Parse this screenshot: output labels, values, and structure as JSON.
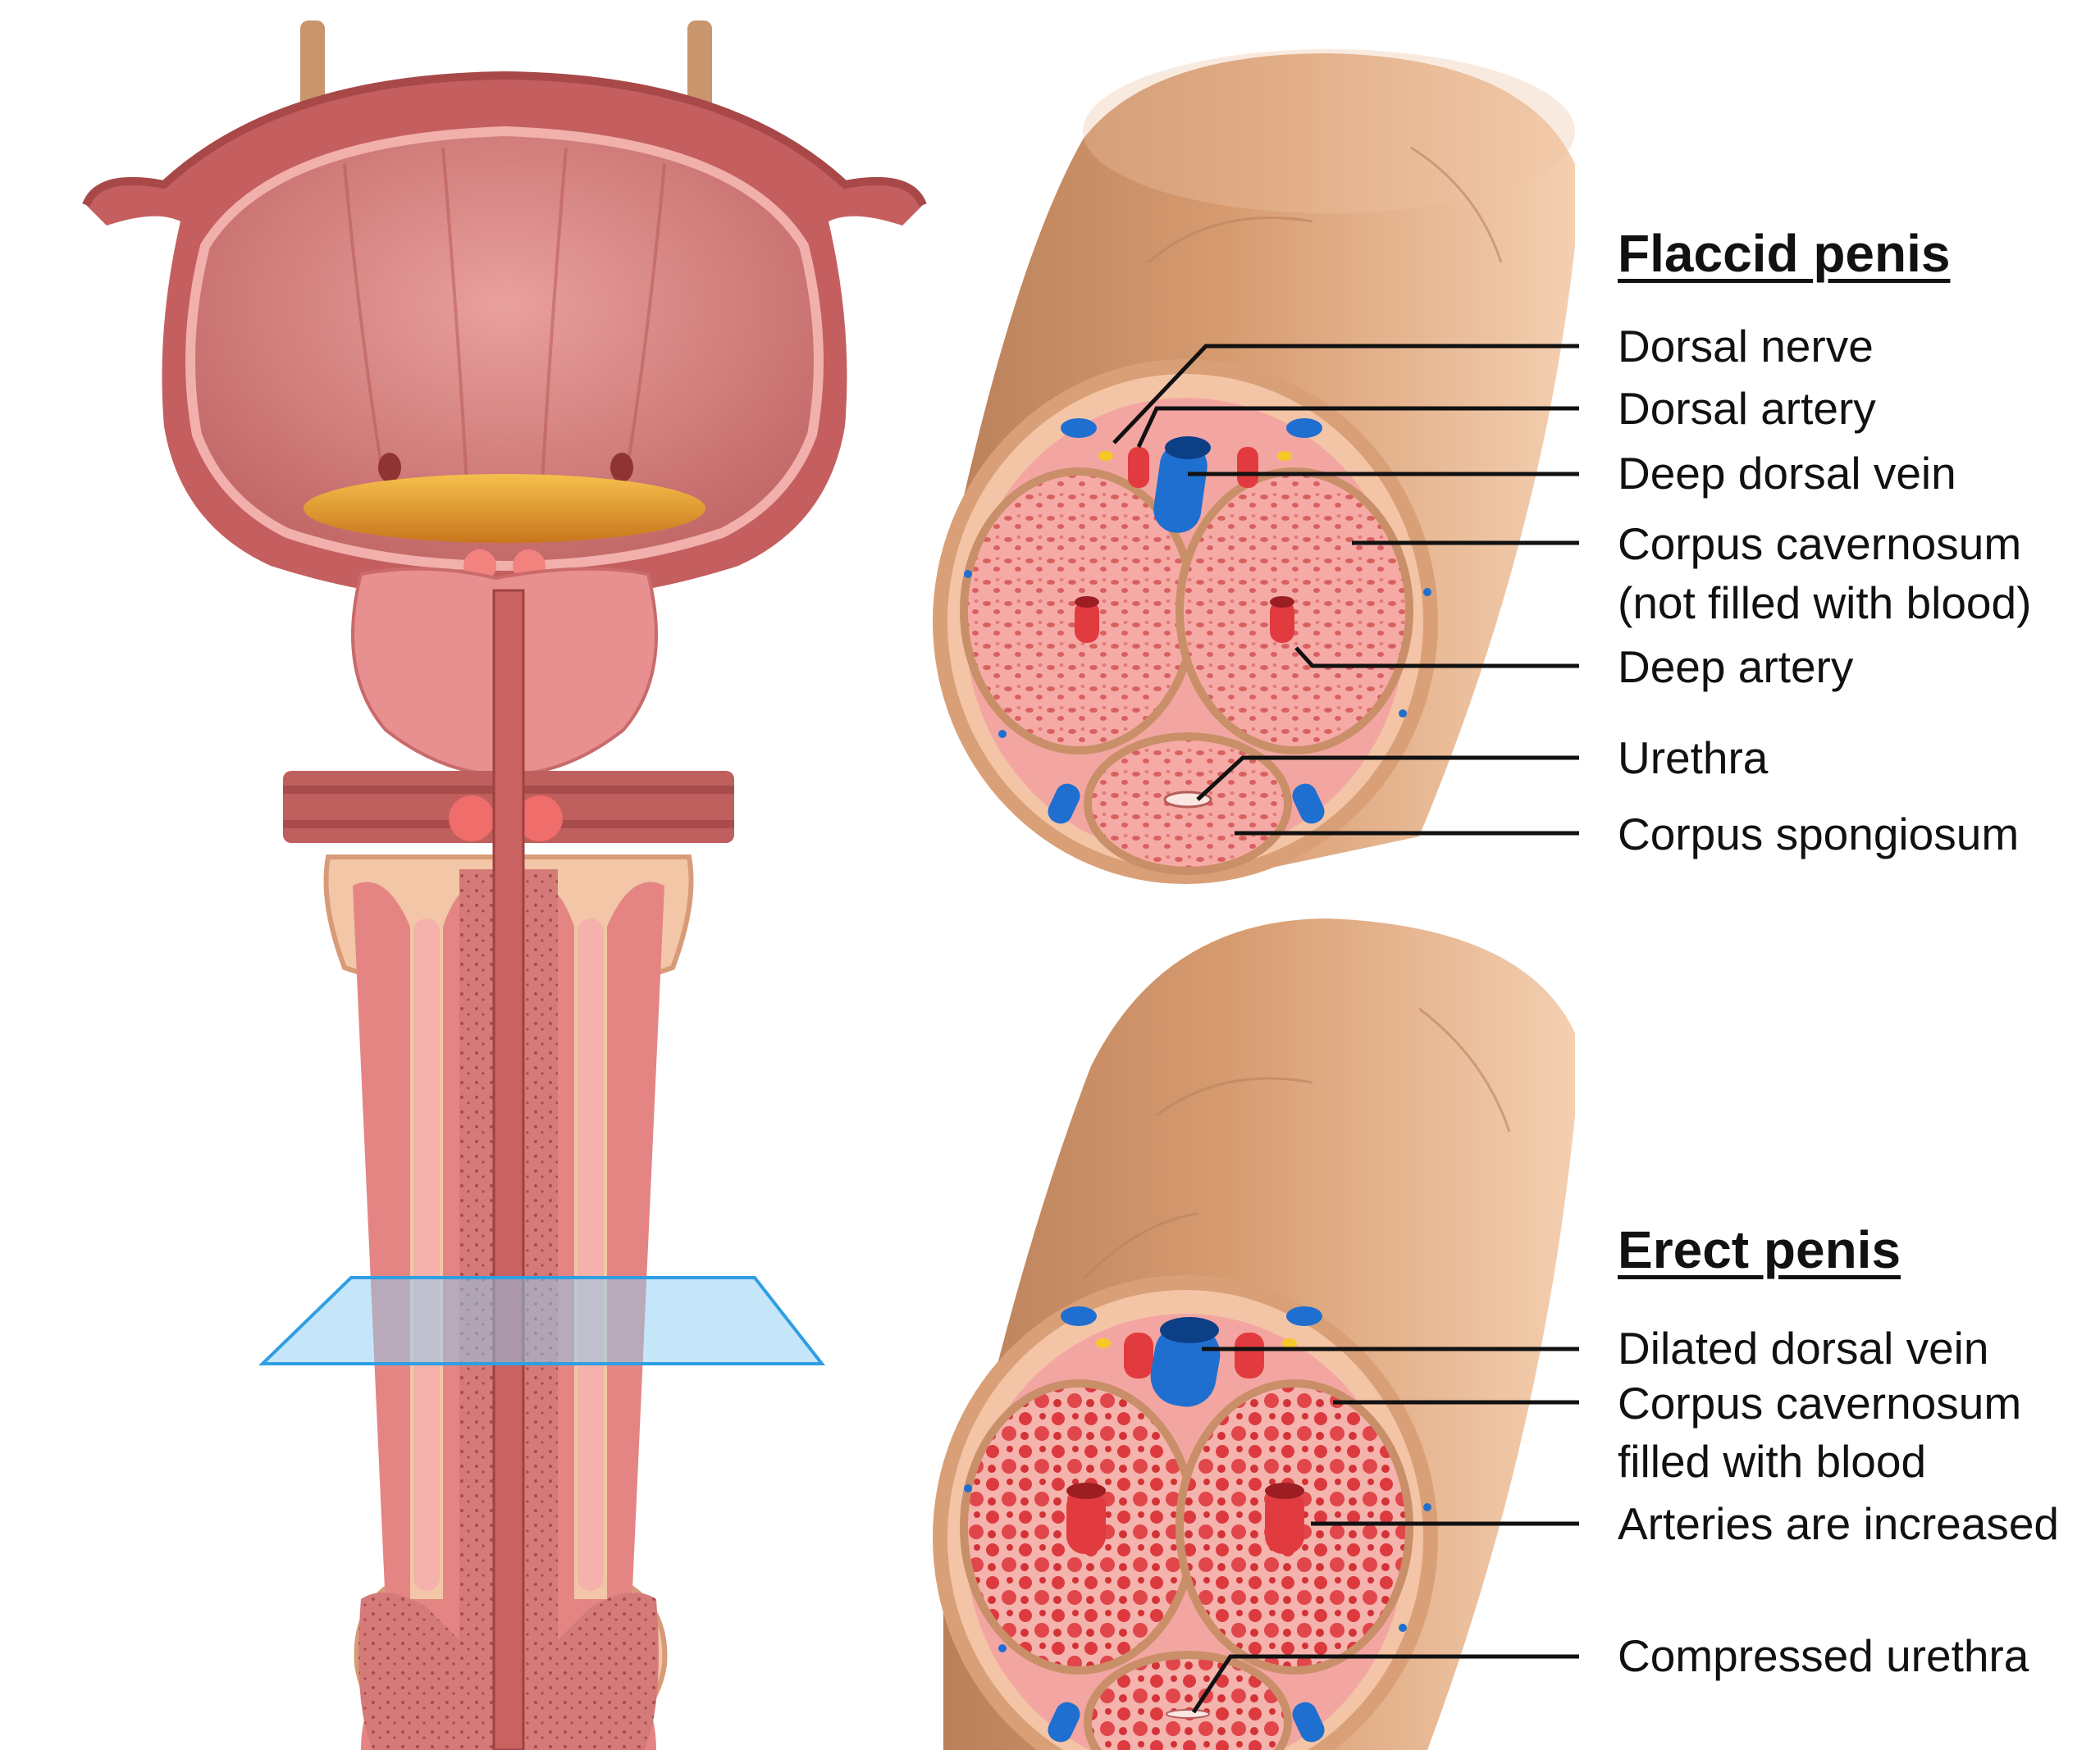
{
  "colors": {
    "tissue": "#d9706f",
    "tissue_dark": "#b6504f",
    "tissue_light": "#f2a9a4",
    "skin": "#d4966c",
    "skin_light": "#f2c8a5",
    "vein": "#1f6fd0",
    "artery": "#e0333a",
    "nerve": "#f4c928",
    "plane": "#8ccdf2"
  },
  "flaccid": {
    "heading": "Flaccid penis",
    "labels": {
      "dorsal_nerve": "Dorsal nerve",
      "dorsal_artery": "Dorsal artery",
      "deep_dorsal_vein": "Deep dorsal vein",
      "corpus_cavernosum_1": "Corpus cavernosum",
      "corpus_cavernosum_2": "(not filled with blood)",
      "deep_artery": "Deep artery",
      "urethra": "Urethra",
      "corpus_spongiosum": "Corpus spongiosum"
    }
  },
  "erect": {
    "heading": "Erect penis",
    "labels": {
      "dilated_dorsal_vein": "Dilated dorsal vein",
      "corpus_cavernosum_1": "Corpus cavernosum",
      "corpus_cavernosum_2": "filled with blood",
      "arteries_increased": "Arteries are increased",
      "compressed_urethra": "Compressed urethra"
    }
  }
}
